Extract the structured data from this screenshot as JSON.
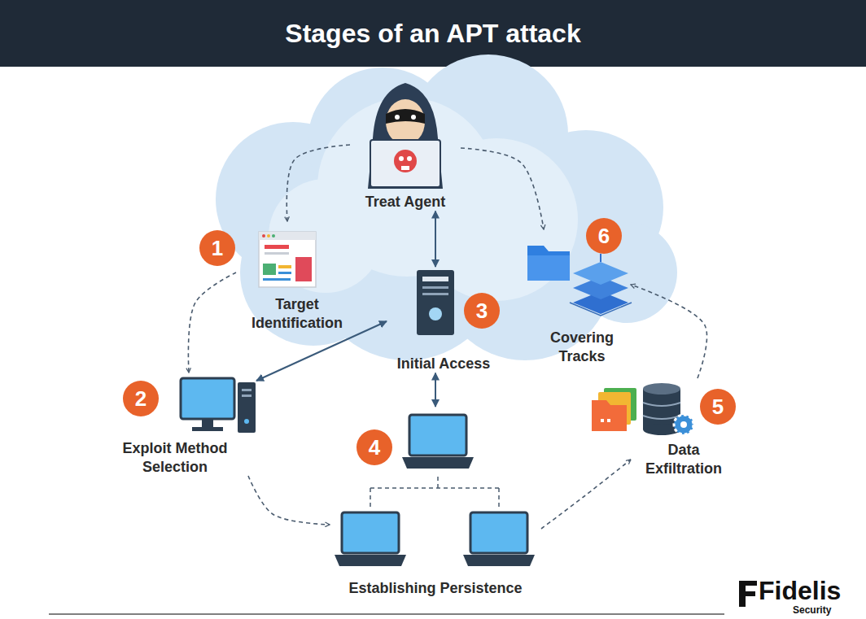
{
  "diagram": {
    "title": "Stages of an APT attack",
    "nodes": [
      {
        "text": [
          "Treat Agent"
        ]
      },
      {
        "text": [
          "Target Identification"
        ]
      },
      {
        "text": [
          "Exploit Method Selection"
        ]
      },
      {
        "text": [
          "Initial Access"
        ]
      },
      {
        "text": [
          "Establishing Persistence"
        ]
      },
      {
        "text": [
          "Data Exfiltration"
        ]
      },
      {
        "text": [
          "Covering Tracks"
        ]
      }
    ],
    "edges": [
      {
        "from": 0,
        "to": 1,
        "arrow": "to"
      },
      {
        "from": 0,
        "to": 6,
        "arrow": "to"
      },
      {
        "from": 0,
        "to": 3,
        "arrow": "both"
      },
      {
        "from": 1,
        "to": 2,
        "arrow": "to"
      },
      {
        "from": 2,
        "to": 3,
        "arrow": "both"
      },
      {
        "from": 3,
        "to": 4,
        "arrow": "both"
      },
      {
        "from": 2,
        "to": 4,
        "arrow": "to"
      },
      {
        "from": 4,
        "to": 5,
        "arrow": "to"
      },
      {
        "from": 5,
        "to": 6,
        "arrow": "to"
      }
    ],
    "labels": [
      "1",
      "2",
      "3",
      "4",
      "5",
      "6",
      "Fidelis",
      "Security"
    ]
  }
}
